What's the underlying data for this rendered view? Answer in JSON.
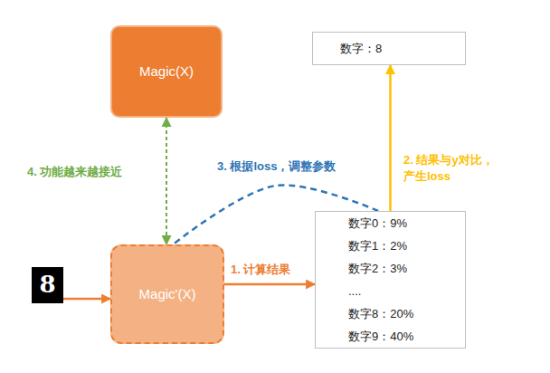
{
  "diagram": {
    "nodes": [
      {
        "text": [
          "Magic(X)"
        ]
      },
      {
        "text": [
          "数字：8"
        ]
      },
      {
        "text": [
          "8"
        ]
      },
      {
        "text": [
          "Magic'(X)"
        ]
      },
      {
        "text": [
          "数字0：9%",
          "数字1：2%",
          "数字2：3%",
          "....",
          "数字8：20%",
          "数字9：40%"
        ]
      }
    ],
    "edges": [
      {
        "from": 2,
        "to": 3,
        "arrow": "to"
      },
      {
        "from": 3,
        "to": 4,
        "label": "1. 计算结果",
        "arrow": "to"
      },
      {
        "from": 4,
        "to": 1,
        "label": "2. 结果与y对比，产生loss",
        "arrow": "to"
      },
      {
        "from": 4,
        "to": 3,
        "label": "3. 根据loss，调整参数",
        "arrow": "none"
      },
      {
        "from": 0,
        "to": 3,
        "label": "4. 功能越来越接近",
        "arrow": "both"
      }
    ]
  }
}
